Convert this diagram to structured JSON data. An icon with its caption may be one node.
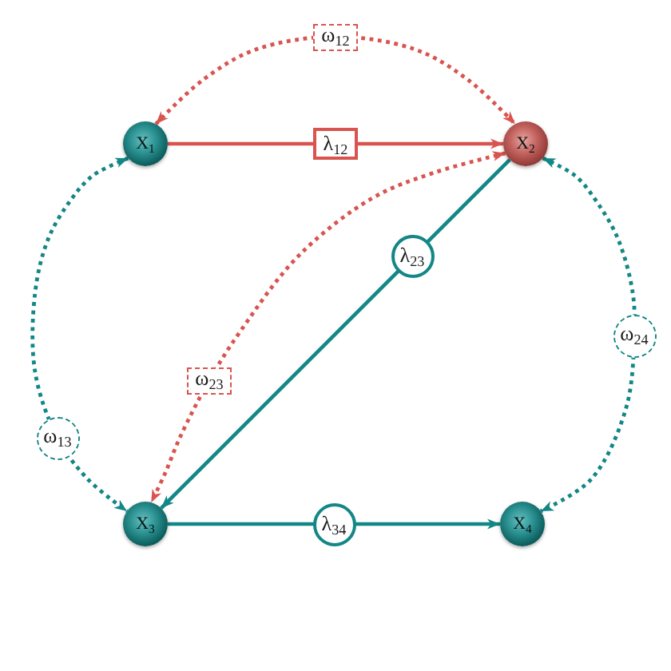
{
  "diagram": {
    "nodes": [
      {
        "text": [
          "X$_{1}$"
        ]
      },
      {
        "text": [
          "X$_{2}$"
        ]
      },
      {
        "text": [
          "X$_{3}$"
        ]
      },
      {
        "text": [
          "X$_{4}$"
        ]
      }
    ],
    "edges": [
      {
        "from": 0,
        "to": 1,
        "arrow": "to",
        "label": "λ$_{12}$",
        "color": "#d9544f"
      },
      {
        "from": 0,
        "to": 1,
        "arrow": "both",
        "label": "ω$_{12}$",
        "style": "dashed",
        "color": "#d9544f"
      },
      {
        "from": 1,
        "to": 2,
        "arrow": "to",
        "label": "λ$_{23}$"
      },
      {
        "from": 1,
        "to": 2,
        "arrow": "both",
        "label": "ω$_{23}$",
        "style": "dashed",
        "color": "#d9544f"
      },
      {
        "from": 2,
        "to": 3,
        "arrow": "to",
        "label": "λ$_{34}$"
      },
      {
        "from": 0,
        "to": 2,
        "arrow": "both",
        "label": "ω$_{13}$",
        "style": "dashed"
      },
      {
        "from": 1,
        "to": 3,
        "arrow": "both",
        "label": "ω$_{24}$",
        "style": "dashed"
      }
    ]
  }
}
